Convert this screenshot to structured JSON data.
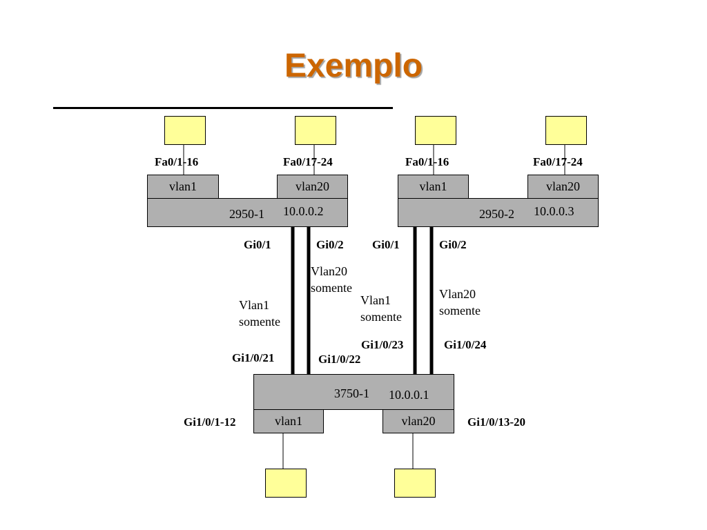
{
  "title": "Exemplo",
  "switch_a": {
    "name": "2950-1",
    "ip": "10.0.0.2",
    "vlan_left": "vlan1",
    "vlan_right": "vlan20",
    "port_left": "Fa0/1-16",
    "port_right": "Fa0/17-24",
    "uplink1": "Gi0/1",
    "uplink2": "Gi0/2"
  },
  "switch_b": {
    "name": "2950-2",
    "ip": "10.0.0.3",
    "vlan_left": "vlan1",
    "vlan_right": "vlan20",
    "port_left": "Fa0/1-16",
    "port_right": "Fa0/17-24",
    "uplink1": "Gi0/1",
    "uplink2": "Gi0/2"
  },
  "core": {
    "name": "3750-1",
    "ip": "10.0.0.1",
    "vlan_left": "vlan1",
    "vlan_right": "vlan20",
    "port_left": "Gi1/0/1-12",
    "port_right": "Gi1/0/13-20",
    "down1": "Gi1/0/21",
    "down2": "Gi1/0/22",
    "down3": "Gi1/0/23",
    "down4": "Gi1/0/24"
  },
  "links": {
    "a_vlan1": "Vlan1\nsomente",
    "a_vlan20": "Vlan20\nsomente",
    "b_vlan1": "Vlan1\nsomente",
    "b_vlan20": "Vlan20\nsomente"
  },
  "colors": {
    "title": "#cc6600",
    "switch_fill": "#b0b0b0",
    "host_fill": "#ffff99"
  }
}
